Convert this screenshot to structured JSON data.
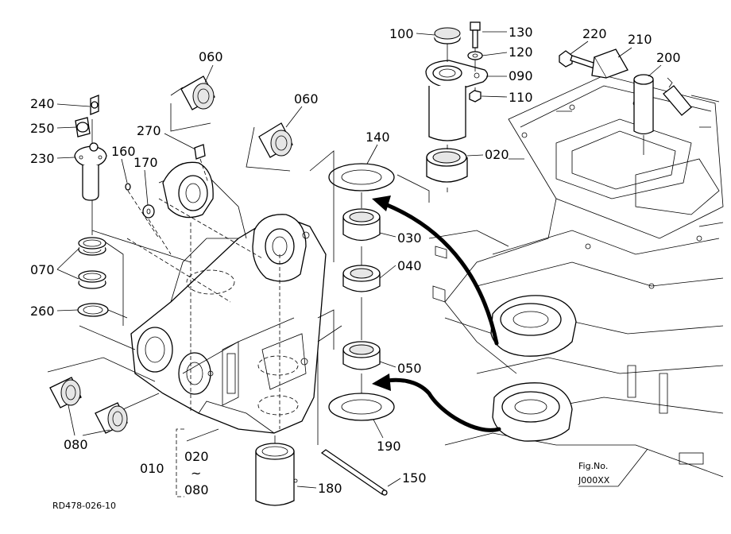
{
  "labels": {
    "p100": "100",
    "p130": "130",
    "p120": "120",
    "p090": "090",
    "p110": "110",
    "p020a": "020",
    "p140": "140",
    "p030": "030",
    "p040": "040",
    "p050": "050",
    "p190": "190",
    "p150": "150",
    "p180": "180",
    "p060a": "060",
    "p060b": "060",
    "p270": "270",
    "p240": "240",
    "p250": "250",
    "p230": "230",
    "p160": "160",
    "p170": "170",
    "p070": "070",
    "p260": "260",
    "p080": "080",
    "p010": "010",
    "p020b": "020",
    "tilde": "~",
    "p080b": "080",
    "p220": "220",
    "p210": "210",
    "p200": "200"
  },
  "figure": {
    "caption": "Fig.No.",
    "number": "J000XX"
  },
  "drawing_code": "RD478-026-10"
}
